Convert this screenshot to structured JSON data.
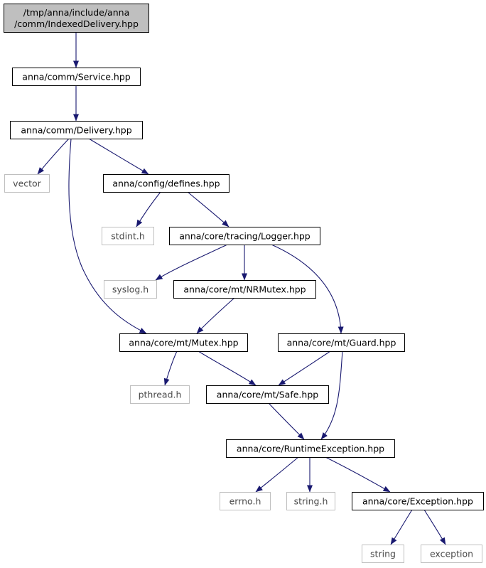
{
  "colors": {
    "edge": "#191970",
    "root_fill": "#bfbfbf",
    "node_border": "#000000",
    "external_border": "#bfbfbf",
    "background": "#ffffff"
  },
  "nodes": [
    {
      "id": "root",
      "lines": [
        "/tmp/anna/include/anna",
        "/comm/IndexedDelivery.hpp"
      ],
      "kind": "root"
    },
    {
      "id": "service",
      "lines": [
        "anna/comm/Service.hpp"
      ],
      "kind": "file"
    },
    {
      "id": "delivery",
      "lines": [
        "anna/comm/Delivery.hpp"
      ],
      "kind": "file"
    },
    {
      "id": "vector",
      "lines": [
        "vector"
      ],
      "kind": "external"
    },
    {
      "id": "defines",
      "lines": [
        "anna/config/defines.hpp"
      ],
      "kind": "file"
    },
    {
      "id": "stdint",
      "lines": [
        "stdint.h"
      ],
      "kind": "external"
    },
    {
      "id": "logger",
      "lines": [
        "anna/core/tracing/Logger.hpp"
      ],
      "kind": "file"
    },
    {
      "id": "syslog",
      "lines": [
        "syslog.h"
      ],
      "kind": "external"
    },
    {
      "id": "nrmutex",
      "lines": [
        "anna/core/mt/NRMutex.hpp"
      ],
      "kind": "file"
    },
    {
      "id": "mutex",
      "lines": [
        "anna/core/mt/Mutex.hpp"
      ],
      "kind": "file"
    },
    {
      "id": "guard",
      "lines": [
        "anna/core/mt/Guard.hpp"
      ],
      "kind": "file"
    },
    {
      "id": "pthread",
      "lines": [
        "pthread.h"
      ],
      "kind": "external"
    },
    {
      "id": "safe",
      "lines": [
        "anna/core/mt/Safe.hpp"
      ],
      "kind": "file"
    },
    {
      "id": "runtime",
      "lines": [
        "anna/core/RuntimeException.hpp"
      ],
      "kind": "file"
    },
    {
      "id": "errno",
      "lines": [
        "errno.h"
      ],
      "kind": "external"
    },
    {
      "id": "stringh",
      "lines": [
        "string.h"
      ],
      "kind": "external"
    },
    {
      "id": "exception_hpp",
      "lines": [
        "anna/core/Exception.hpp"
      ],
      "kind": "file"
    },
    {
      "id": "string",
      "lines": [
        "string"
      ],
      "kind": "external"
    },
    {
      "id": "exception",
      "lines": [
        "exception"
      ],
      "kind": "external"
    }
  ],
  "edges": [
    {
      "from": "root",
      "to": "service"
    },
    {
      "from": "service",
      "to": "delivery"
    },
    {
      "from": "delivery",
      "to": "vector"
    },
    {
      "from": "delivery",
      "to": "defines"
    },
    {
      "from": "delivery",
      "to": "mutex"
    },
    {
      "from": "defines",
      "to": "stdint"
    },
    {
      "from": "defines",
      "to": "logger"
    },
    {
      "from": "logger",
      "to": "syslog"
    },
    {
      "from": "logger",
      "to": "nrmutex"
    },
    {
      "from": "logger",
      "to": "guard"
    },
    {
      "from": "nrmutex",
      "to": "mutex"
    },
    {
      "from": "mutex",
      "to": "pthread"
    },
    {
      "from": "mutex",
      "to": "safe"
    },
    {
      "from": "guard",
      "to": "safe"
    },
    {
      "from": "guard",
      "to": "runtime"
    },
    {
      "from": "safe",
      "to": "runtime"
    },
    {
      "from": "runtime",
      "to": "errno"
    },
    {
      "from": "runtime",
      "to": "stringh"
    },
    {
      "from": "runtime",
      "to": "exception_hpp"
    },
    {
      "from": "exception_hpp",
      "to": "string"
    },
    {
      "from": "exception_hpp",
      "to": "exception"
    }
  ]
}
